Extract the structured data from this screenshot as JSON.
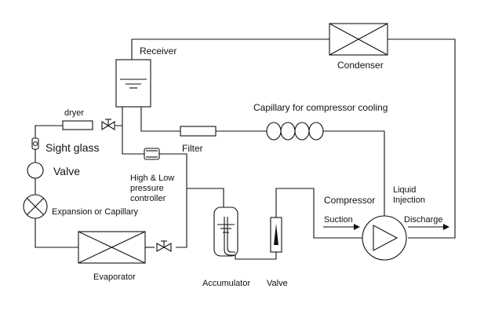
{
  "labels": {
    "receiver": "Receiver",
    "condenser": "Condenser",
    "dryer": "dryer",
    "capillary_cooling": "Capillary for compressor cooling",
    "sight_glass": "Sight glass",
    "filter": "Filter",
    "valve_left": "Valve",
    "hl_line1": "High & Low",
    "hl_line2": "pressure",
    "hl_line3": "controller",
    "compressor": "Compressor",
    "liquid_injection_line1": "Liquid",
    "liquid_injection_line2": "Injection",
    "expansion": "Expansion or Capillary",
    "suction": "Suction",
    "discharge": "Discharge",
    "evaporator": "Evaporator",
    "accumulator": "Accumulator",
    "valve_bottom": "Valve"
  }
}
